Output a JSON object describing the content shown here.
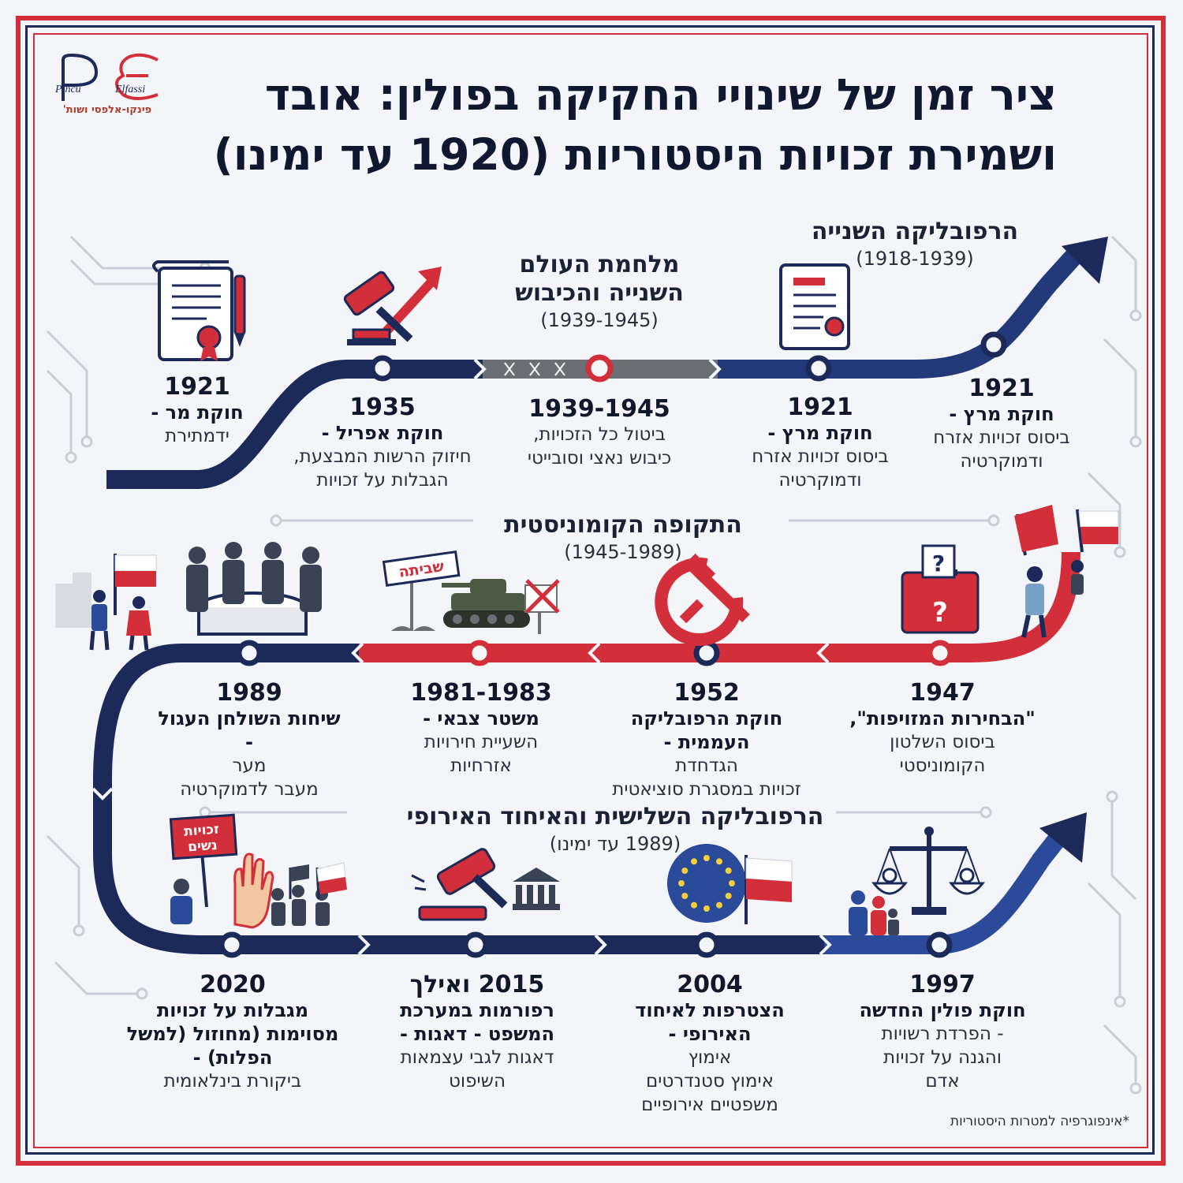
{
  "title": {
    "line1": "ציר זמן של שינויי החקיקה בפולין: אובד",
    "line2": "ושמירת זכויות היסטוריות (1920 עד ימינו)"
  },
  "logo": {
    "initials": "PE",
    "name_left": "Pincu",
    "name_right": "Elfassi",
    "hebrew": "פינקו-אלפסי ושות'"
  },
  "periods": [
    {
      "name": "הרפובליקה השנייה",
      "years": "(1918-1939)"
    },
    {
      "name": "מלחמת העולם השנייה והכיבוש",
      "years": "(1939-1945)"
    },
    {
      "name": "התקופה הקומוניסטית",
      "years": "(1945-1989)"
    },
    {
      "name": "הרפובליקה השלישית והאיחוד האירופי",
      "years": "(1989 עד ימינו)"
    }
  ],
  "events": [
    {
      "year": "1921",
      "name": "חוקת מרץ -",
      "desc": [
        "ביסוס זכויות אזרח",
        "ודמוקרטיה"
      ]
    },
    {
      "year": "1921",
      "name": "חוקת מרץ -",
      "desc": [
        "ביסוס זכויות אזרח",
        "ודמוקרטיה"
      ]
    },
    {
      "year": "1939-1945",
      "name": "",
      "desc": [
        "ביטול כל הזכויות,",
        "כיבוש נאצי וסובייטי"
      ]
    },
    {
      "year": "1935",
      "name": "חוקת אפריל -",
      "desc": [
        "חיזוק הרשות המבצעת,",
        "הגבלות על זכויות"
      ]
    },
    {
      "year": "1921",
      "name": "חוקת מר -",
      "desc": [
        "ידמתירת"
      ]
    },
    {
      "year": "1947",
      "name": "\"הבחירות המזויפות\",",
      "desc": [
        "ביסוס השלטון",
        "הקומוניסטי"
      ]
    },
    {
      "year": "1952",
      "name": "חוקת הרפובליקה העממית -",
      "desc": [
        "הגדחדת",
        "זכויות במסגרת סוציאטית"
      ]
    },
    {
      "year": "1981-1983",
      "name": "משטר צבאי -",
      "desc": [
        "השעיית חירויות",
        "אזרחיות"
      ]
    },
    {
      "year": "1989",
      "name": "שיחות השולחן העגול -",
      "desc": [
        "מער",
        "מעבר לדמוקרטיה"
      ]
    },
    {
      "year": "1997",
      "name": "חוקת פולין החדשה",
      "desc": [
        "- הפרדת רשויות",
        "והגנה על זכויות",
        "אדם"
      ]
    },
    {
      "year": "2004",
      "name": "הצטרפות לאיחוד האירופי -",
      "desc": [
        "אימוץ",
        "אימוץ סטנדרטים",
        "משפטיים אירופיים"
      ]
    },
    {
      "year": "2015 ואילך",
      "name": "רפורמות במערכת המשפט - דאגות -",
      "desc": [
        "דאגות לגבי עצמאות",
        "השיפוט"
      ]
    },
    {
      "year": "2020",
      "name": "מגבלות על זכויות מסוימות (מחוזול (למשל הפלות) -",
      "desc": [
        "ביקורת בינלאומית"
      ]
    }
  ],
  "signs": {
    "strike": "שביתה",
    "protest_line1": "זכויות",
    "protest_line2": "נשים",
    "question": "?"
  },
  "footnote": "*אינפוגרפיה למטרות היסטוריות",
  "colors": {
    "navy": "#1c2a5a",
    "red": "#d32f3a",
    "gray": "#6b6e75",
    "blue": "#2b4a9a"
  },
  "icons": [
    "document-seal-icon",
    "gavel-up-arrow-icon",
    "barbed-wire-icon",
    "constitution-document-icon",
    "protesters-flag-icon",
    "round-table-icon",
    "tank-strike-icon",
    "hammer-sickle-icon",
    "ballot-box-icon",
    "person-flag-icon",
    "protest-sign-icon",
    "gavel-court-icon",
    "eu-flag-icon",
    "poland-flag-icon",
    "scales-justice-icon",
    "family-icon"
  ]
}
